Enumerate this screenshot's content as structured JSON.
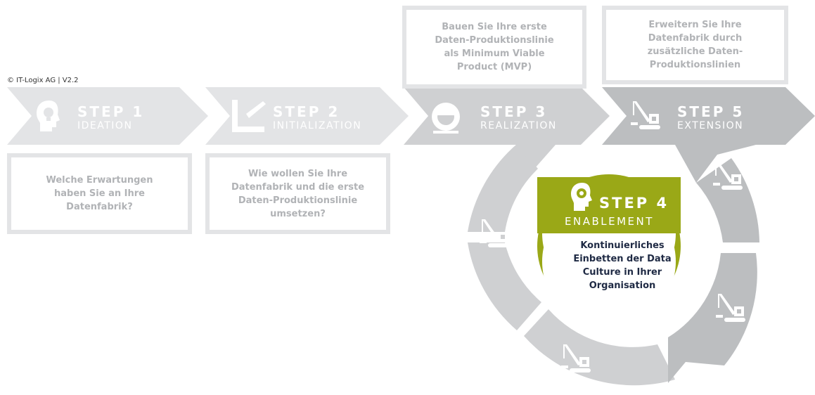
{
  "copyright": "© IT-Logix AG | V2.2",
  "steps": {
    "s1": {
      "num": "STEP 1",
      "name": "IDEATION",
      "question": "Welche Erwartungen\nhaben Sie an Ihre\nDatenfabrik?"
    },
    "s2": {
      "num": "STEP 2",
      "name": "INITIALIZATION",
      "question": "Wie wollen Sie Ihre\nDatenfabrik und die erste\nDaten-Produktionslinie\numsetzen?"
    },
    "s3": {
      "num": "STEP 3",
      "name": "REALIZATION",
      "question": "Bauen Sie Ihre erste\nDaten-Produktionslinie\nals Minimum Viable\nProduct (MVP)"
    },
    "s4": {
      "num": "STEP 4",
      "name": "ENABLEMENT",
      "question": "Kontinuierliches\nEinbetten der Data\nCulture in Ihrer\nOrganisation"
    },
    "s5": {
      "num": "STEP 5",
      "name": "EXTENSION",
      "question": "Erweitern Sie Ihre\nDatenfabrik durch\nzusätzliche Daten-\nProduktionslinien"
    }
  },
  "colors": {
    "arrow_light": "#e3e4e6",
    "arrow_mid": "#cfd0d2",
    "arrow_dark": "#bcbec0",
    "accent_green": "#9aa817",
    "text_grey": "#b1b3b6",
    "text_dark": "#1f2a44"
  },
  "icons": [
    "lightbulb-head-icon",
    "set-square-icon",
    "hardhat-gear-icon",
    "gear-head-icon",
    "crane-icon"
  ]
}
